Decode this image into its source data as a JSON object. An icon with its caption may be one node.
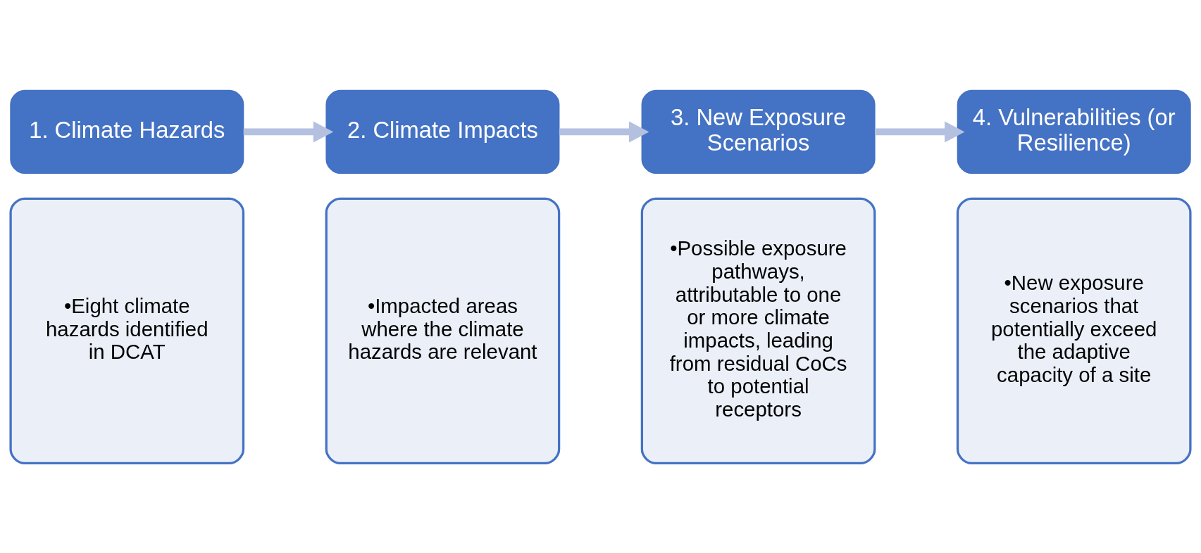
{
  "diagram": {
    "nodes": [
      {
        "text": [
          "1. Climate Hazards"
        ]
      },
      {
        "text": [
          "•Eight climate hazards identified in DCAT"
        ]
      },
      {
        "text": [
          "2. Climate Impacts"
        ]
      },
      {
        "text": [
          "•Impacted areas where the climate hazards are relevant"
        ]
      },
      {
        "text": [
          "3. New Exposure Scenarios"
        ]
      },
      {
        "text": [
          "•Possible exposure pathways, attributable to one or more climate impacts, leading from residual CoCs to potential receptors"
        ]
      },
      {
        "text": [
          "4. Vulnerabilities (or Resilience)"
        ]
      },
      {
        "text": [
          "•New exposure scenarios that potentially exceed the adaptive capacity of a site"
        ]
      }
    ],
    "edges": [
      {
        "from": 0,
        "to": 2,
        "arrow": "to"
      },
      {
        "from": 2,
        "to": 4,
        "arrow": "to"
      },
      {
        "from": 4,
        "to": 6,
        "arrow": "to"
      }
    ]
  }
}
